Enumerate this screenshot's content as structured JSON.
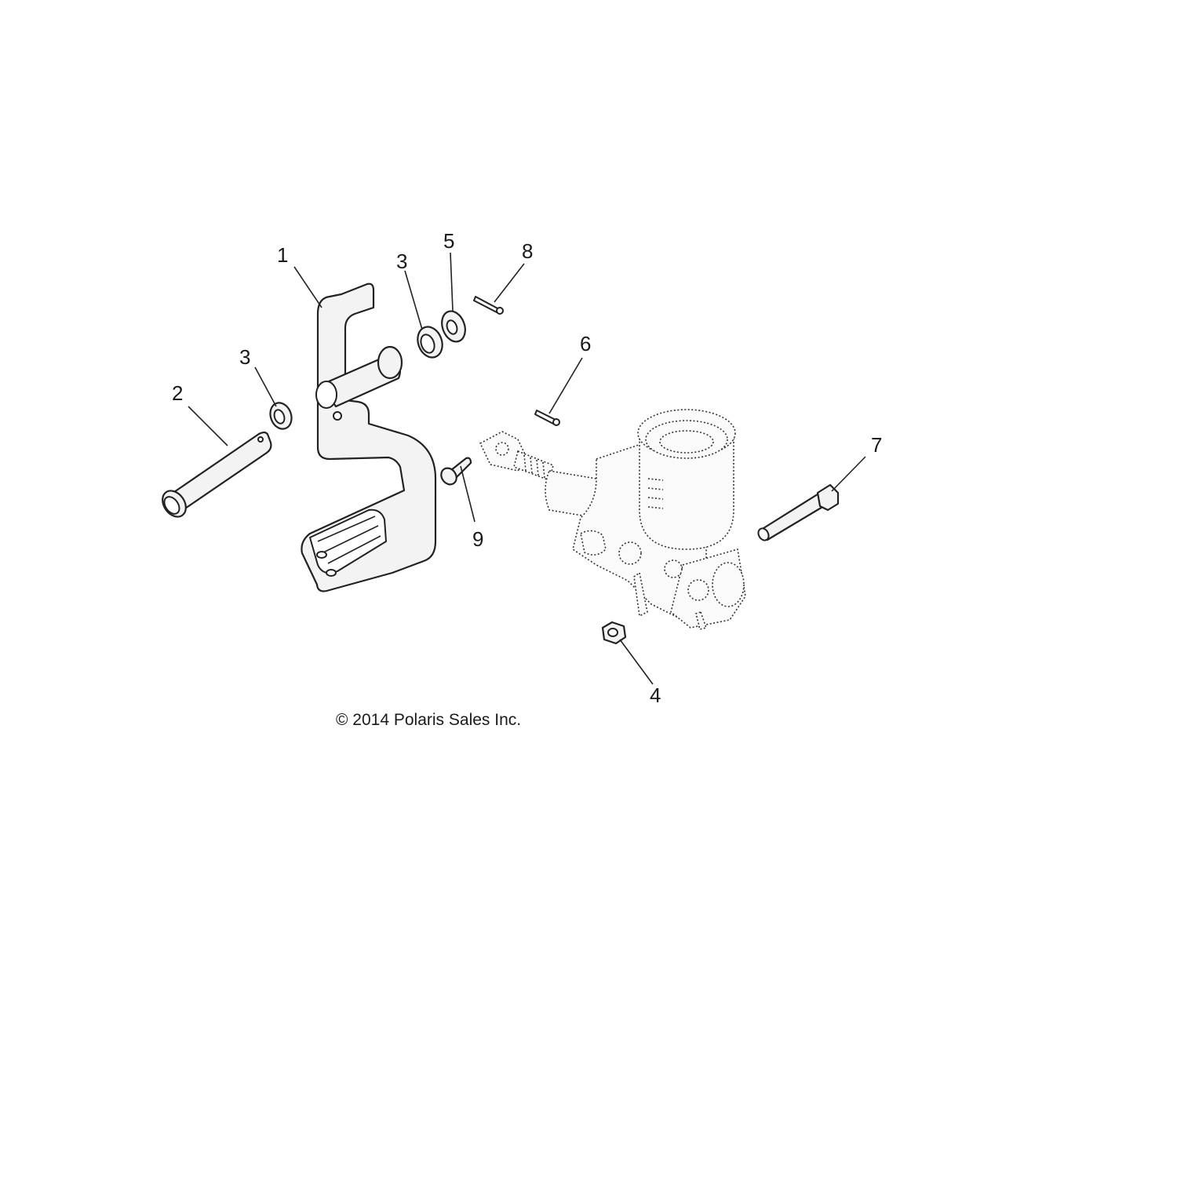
{
  "callouts": {
    "c1": "1",
    "c2": "2",
    "c3a": "3",
    "c3b": "3",
    "c4": "4",
    "c5": "5",
    "c6": "6",
    "c7": "7",
    "c8": "8",
    "c9": "9"
  },
  "copyright": "© 2014 Polaris Sales Inc."
}
